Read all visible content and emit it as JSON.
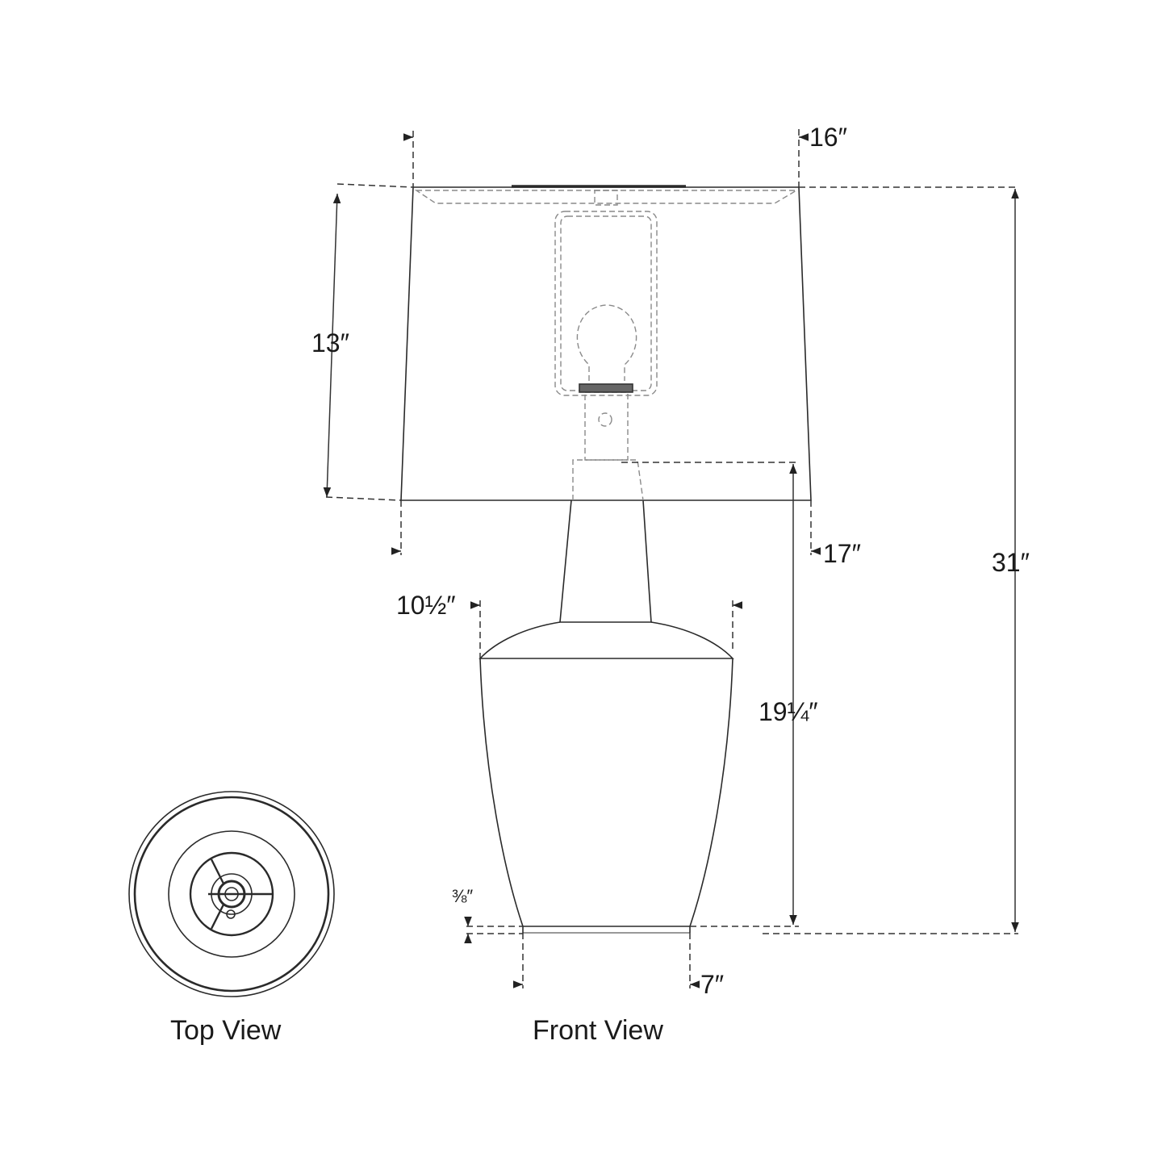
{
  "dimensions": {
    "shade_top_width": "16″",
    "shade_height": "13″",
    "shade_bottom_width": "17″",
    "overall_height": "31″",
    "base_width": "10½″",
    "base_height": "19¼″",
    "foot_height": "⅜″",
    "foot_width": "7″"
  },
  "captions": {
    "top_view": "Top View",
    "front_view": "Front View"
  },
  "colors": {
    "line": "#2a2a2a",
    "dashed": "#555555",
    "light": "#9a9a9a"
  }
}
